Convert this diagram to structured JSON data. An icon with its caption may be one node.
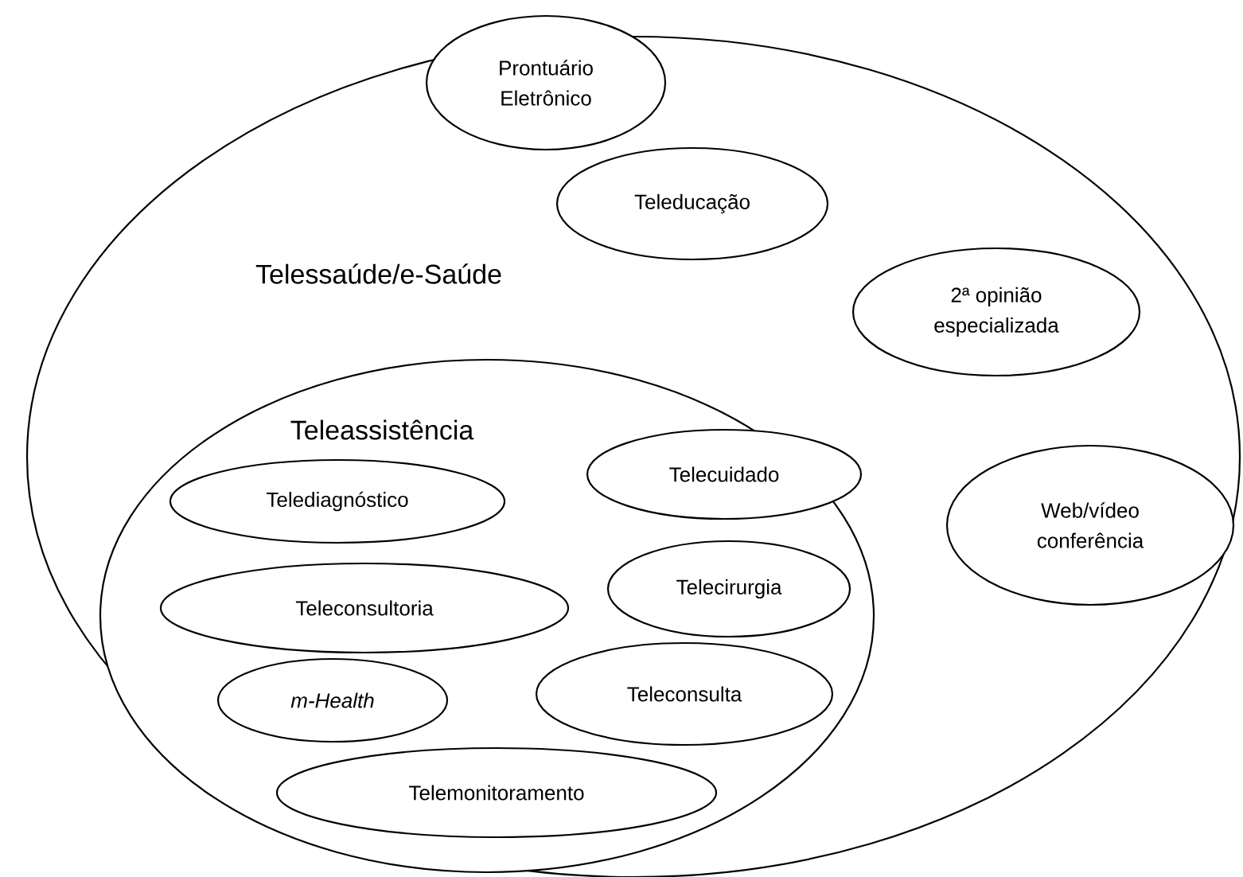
{
  "diagram": {
    "nodes": [
      {
        "text": [
          "Telessaúde/e-Saúde"
        ]
      },
      {
        "text": [
          "Prontuário Eletrônico"
        ]
      },
      {
        "text": [
          "Teleducação"
        ],
        "in": 0
      },
      {
        "text": [
          "2ª opinião especializada"
        ],
        "in": 0
      },
      {
        "text": [
          "Web/vídeo conferência"
        ],
        "in": 0
      },
      {
        "text": [
          "Teleassistência"
        ],
        "in": 0
      },
      {
        "text": [
          "Telediagnóstico"
        ],
        "in": 5
      },
      {
        "text": [
          "Telecuidado"
        ],
        "in": 5
      },
      {
        "text": [
          "Teleconsultoria"
        ],
        "in": 5
      },
      {
        "text": [
          "Telecirurgia"
        ],
        "in": 5
      },
      {
        "text": [
          "m-Health"
        ],
        "in": 5
      },
      {
        "text": [
          "Teleconsulta"
        ],
        "in": 5
      },
      {
        "text": [
          "Telemonitoramento"
        ],
        "in": 5
      }
    ]
  }
}
